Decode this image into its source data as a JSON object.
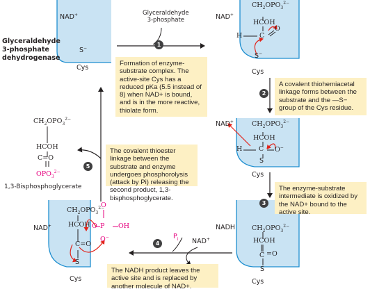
{
  "enzyme_name": "Glyceraldehyde 3-phosphate dehydrogenase",
  "enzyme_name_lines": [
    "Glyceraldehyde",
    "3-phosphate",
    "dehydrogenase"
  ],
  "substrate_label_lines": [
    "Glyceraldehyde",
    "3-phosphate"
  ],
  "product_label": "1,3-Bisphosphoglycerate",
  "steps": [
    {
      "number": "1",
      "text": "Formation of enzyme-substrate complex. The active-site Cys has a reduced pKa (5.5 instead of 8) when NAD+ is bound, and is in the more reactive, thiolate form."
    },
    {
      "number": "2",
      "text": "A covalent thiohemiacetal linkage forms between the substrate and the —S− group of the Cys residue."
    },
    {
      "number": "3",
      "text": "The enzyme-substrate intermediate is oxidized by the NAD+ bound to the active site."
    },
    {
      "number": "4",
      "text": "The NADH product leaves the active site and is replaced by another molecule of NAD+."
    },
    {
      "number": "5",
      "text": "The covalent thioester linkage between the substrate and enzyme undergoes phosphorolysis (attack by Pi) releasing the second product, 1,3-bisphosphoglycerate."
    }
  ],
  "labels": {
    "nad": "NAD+",
    "nadh": "NADH",
    "cys": "Cys",
    "pi": "Pi",
    "s_minus": "S−",
    "s": "S",
    "ch2opo3": "CH2OPO3 2−",
    "hcoh": "HCOH",
    "h": "H",
    "c": "C",
    "o": "O",
    "o_minus": "O−",
    "opo3": "OPO3 2−",
    "oh": "OH",
    "p": "P"
  },
  "colors": {
    "enzyme_fill": "#c9e3f3",
    "enzyme_edge": "#1f8fd0",
    "callout_fill": "#fdf0c4",
    "curved_arrow": "#e2231a",
    "phosphate": "#e6007e",
    "step_badge": "#404041"
  }
}
